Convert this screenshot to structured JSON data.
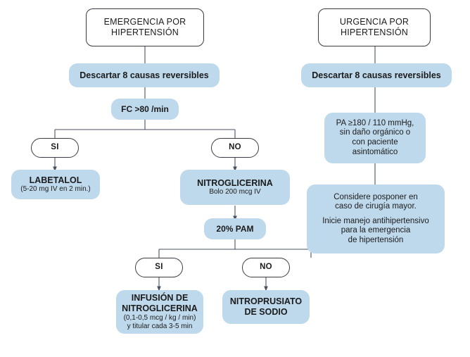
{
  "diagram": {
    "title_left": "EMERGENCIA POR HIPERTENSIÓN",
    "title_right": "URGENCIA POR HIPERTENSIÓN",
    "colors": {
      "box_fill": "#bfd9ec",
      "box_outline": "#3a3a44",
      "connector": "#4a5260",
      "text": "#1b1b1b",
      "background": "#ffffff"
    }
  },
  "left": {
    "root": {
      "line1": "EMERGENCIA POR",
      "line2": "HIPERTENSIÓN"
    },
    "descartar": "Descartar 8 causas reversibles",
    "fc": "FC >80 /min",
    "branch_si": "SI",
    "branch_no": "NO",
    "labetalol": {
      "title": "LABETALOL",
      "detail": "(5-20 mg IV en 2 min.)"
    },
    "nitroglicerina": {
      "title": "NITROGLICERINA",
      "detail": "Bolo 200 mcg IV"
    },
    "pam": "20% PAM",
    "branch2_si": "SI",
    "branch2_no": "NO",
    "infusion": {
      "title_line1": "INFUSIÓN DE",
      "title_line2": "NITROGLICERINA",
      "detail_line1": "(0,1-0,5 mcg / kg / min)",
      "detail_line2": "y titular cada 3-5 min"
    },
    "nitroprusiato": {
      "line1": "NITROPRUSIATO",
      "line2": "DE SODIO"
    }
  },
  "right": {
    "root": {
      "line1": "URGENCIA POR",
      "line2": "HIPERTENSIÓN"
    },
    "descartar": "Descartar 8 causas reversibles",
    "criteria": {
      "line1": "PA ≥180 / 110 mmHg,",
      "line2": "sin daño orgánico o",
      "line3": "con paciente",
      "line4": "asintomático"
    },
    "recommendation": {
      "line1": "Considere posponer en",
      "line2": "caso de cirugía mayor.",
      "line3": "Inicie manejo antihipertensivo",
      "line4": "para la emergencia",
      "line5": "de hipertensión"
    }
  }
}
